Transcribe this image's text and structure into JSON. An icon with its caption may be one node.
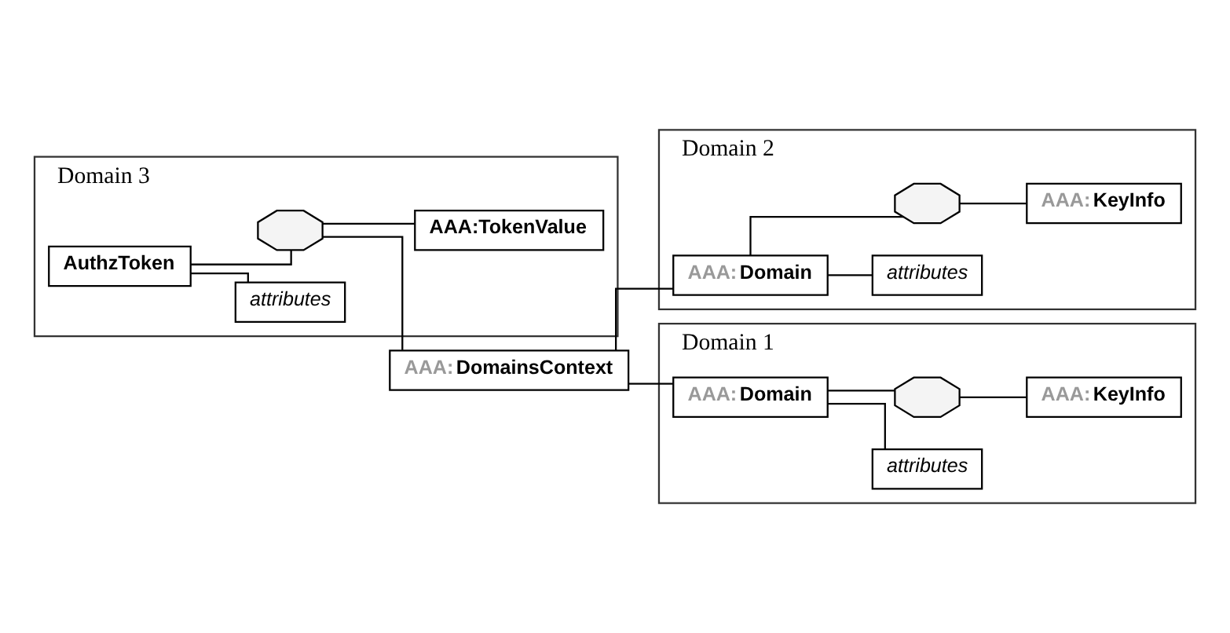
{
  "diagram": {
    "nodes": [
      {
        "text": [
          "Domain 3"
        ]
      },
      {
        "text": [
          "AuthzToken"
        ],
        "in": 0
      },
      {
        "text": [
          "attributes"
        ],
        "in": 0
      },
      {
        "text": [],
        "shape": "octagon",
        "in": 0
      },
      {
        "text": [
          "AAA:TokenValue"
        ],
        "in": 0
      },
      {
        "text": [
          "AAA:DomainsContext"
        ]
      },
      {
        "text": [
          "Domain 2"
        ]
      },
      {
        "text": [
          "AAA:Domain"
        ],
        "in": 6
      },
      {
        "text": [
          "attributes"
        ],
        "in": 6
      },
      {
        "text": [],
        "shape": "octagon",
        "in": 6
      },
      {
        "text": [
          "AAA:KeyInfo"
        ],
        "in": 6
      },
      {
        "text": [
          "Domain 1"
        ]
      },
      {
        "text": [
          "AAA:Domain"
        ],
        "in": 11
      },
      {
        "text": [
          "attributes"
        ],
        "in": 11
      },
      {
        "text": [],
        "shape": "octagon",
        "in": 11
      },
      {
        "text": [
          "AAA:KeyInfo"
        ],
        "in": 11
      }
    ],
    "edges": [
      {
        "from": 1,
        "to": 2,
        "arrow": "none"
      },
      {
        "from": 1,
        "to": 3,
        "arrow": "none"
      },
      {
        "from": 3,
        "to": 4,
        "arrow": "none"
      },
      {
        "from": 3,
        "to": 5,
        "arrow": "none"
      },
      {
        "from": 5,
        "to": 7,
        "arrow": "none"
      },
      {
        "from": 5,
        "to": 12,
        "arrow": "none"
      },
      {
        "from": 7,
        "to": 8,
        "arrow": "none"
      },
      {
        "from": 7,
        "to": 9,
        "arrow": "none"
      },
      {
        "from": 9,
        "to": 10,
        "arrow": "none"
      },
      {
        "from": 12,
        "to": 13,
        "arrow": "none"
      },
      {
        "from": 12,
        "to": 14,
        "arrow": "none"
      },
      {
        "from": 14,
        "to": 15,
        "arrow": "none"
      }
    ]
  }
}
